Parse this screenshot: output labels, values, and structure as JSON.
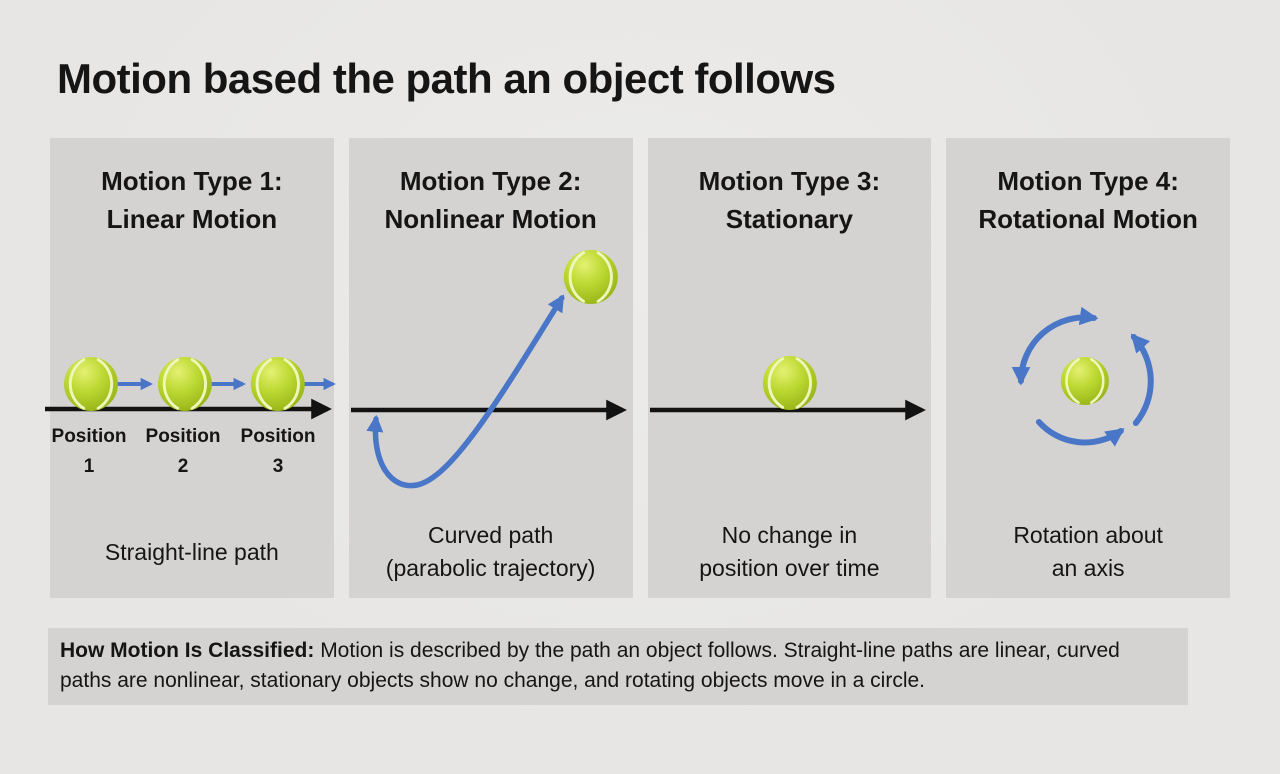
{
  "slide": {
    "title": "Motion based the path an object follows"
  },
  "panels": [
    {
      "heading": "Motion Type 1:\nLinear Motion",
      "caption": "Straight-line path",
      "position_labels": [
        "Position\n1",
        "Position\n2",
        "Position\n3"
      ]
    },
    {
      "heading": "Motion Type 2:\nNonlinear Motion",
      "caption": "Curved path\n(parabolic trajectory)"
    },
    {
      "heading": "Motion Type 3:\nStationary",
      "caption": "No change in\nposition over time"
    },
    {
      "heading": "Motion Type 4:\nRotational Motion",
      "caption": "Rotation about\nan axis"
    }
  ],
  "footer": {
    "heading": "How Motion Is Classified:",
    "body": " Motion is described by the path an object follows. Straight-line paths are linear, curved paths are nonlinear, stationary objects show no change, and rotating objects move in a circle."
  },
  "icons": {
    "tennis_ball": "tennis-ball-icon",
    "straight_arrow": "right-arrow-icon",
    "axis_arrow": "axis-arrow-icon",
    "curved_arrow": "parabolic-arrow-icon",
    "rotation_arcs": "rotation-arrow-icon"
  },
  "colors": {
    "page_bg": "#e7e6e4",
    "panel_bg": "#d4d3d1",
    "text": "#151515",
    "arrow_blue": "#4a76c8",
    "line_black": "#121212",
    "ball_hi": "#e4f172",
    "ball_mid": "#bcd832",
    "ball_lo": "#93b015",
    "seam": "#eff6bc"
  }
}
